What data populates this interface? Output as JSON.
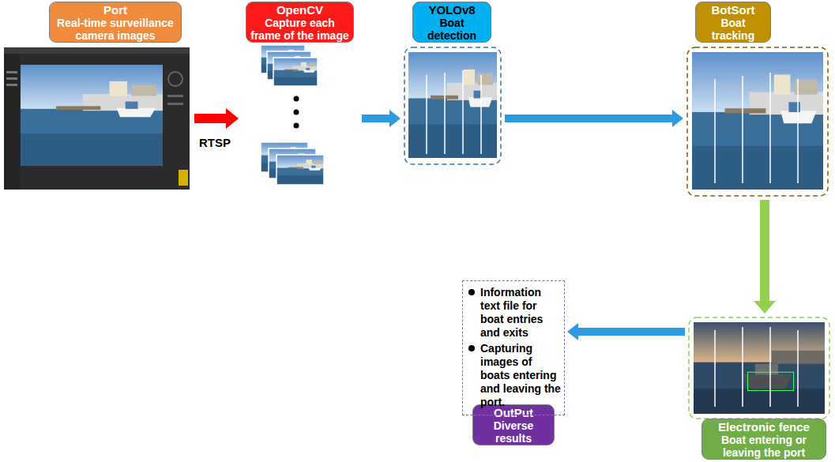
{
  "diagram": {
    "nodes": [
      {
        "text": [
          "Port",
          "Real-time surveillance camera images"
        ]
      },
      {
        "text": [
          "OpenCV",
          "Capture each frame of the image"
        ]
      },
      {
        "text": [
          "YOLOv8",
          "Boat detection"
        ]
      },
      {
        "text": [
          "BotSort",
          "Boat tracking"
        ]
      },
      {
        "text": [
          "Electronic fence",
          "Boat entering or leaving the port"
        ]
      },
      {
        "text": [
          "OutPut",
          "Diverse results"
        ]
      },
      {
        "text": [
          "Information text file for boat entries and exits",
          "Capturing images of boats entering and leaving the port."
        ]
      }
    ],
    "edges": [
      {
        "from": 0,
        "to": 1,
        "label": "RTSP",
        "arrow": "to"
      },
      {
        "from": 1,
        "to": 2,
        "arrow": "to"
      },
      {
        "from": 2,
        "to": 3,
        "arrow": "to"
      },
      {
        "from": 3,
        "to": 4,
        "arrow": "to"
      },
      {
        "from": 4,
        "to": 6,
        "arrow": "to"
      }
    ]
  }
}
